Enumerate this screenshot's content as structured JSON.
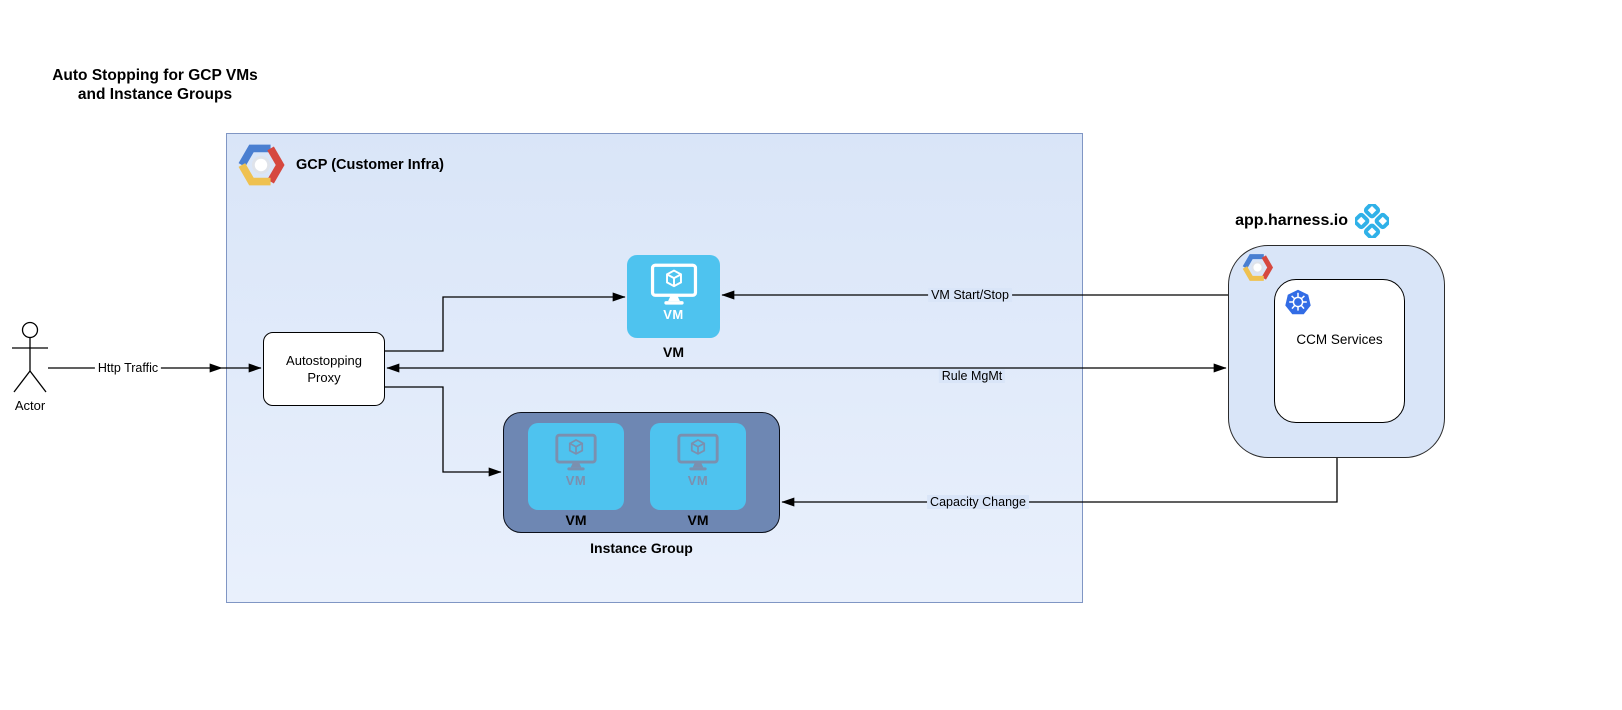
{
  "title": {
    "line1": "Auto Stopping for GCP VMs",
    "line2": "and Instance Groups"
  },
  "actor": {
    "label": "Actor"
  },
  "gcp_box": {
    "label": "GCP (Customer Infra)"
  },
  "proxy": {
    "line1": "Autostopping",
    "line2": "Proxy"
  },
  "vm": {
    "tile_text": "VM",
    "label": "VM"
  },
  "instance_group": {
    "label": "Instance Group",
    "vm1": {
      "tile_text": "VM",
      "label": "VM"
    },
    "vm2": {
      "tile_text": "VM",
      "label": "VM"
    }
  },
  "harness": {
    "domain": "app.harness.io",
    "ccm_label": "CCM Services"
  },
  "edges": {
    "http_traffic": "Http Traffic",
    "vm_start_stop": "VM Start/Stop",
    "rule_mgmt": "Rule MgMt",
    "capacity_change": "Capacity Change"
  },
  "icons": {
    "gcp_logo": "gcp-hexagon-logo",
    "harness_logo": "harness-logo",
    "kubernetes": "kubernetes-wheel",
    "vm_monitor": "monitor-with-cube",
    "actor": "stick-figure"
  },
  "colors": {
    "gcp_box_fill": "#d9e5f8",
    "gcp_box_border": "#8096c4",
    "vm_tile": "#4ec3ef",
    "instance_group_fill": "#6e87b3",
    "muted_icon": "#7b90af",
    "kubernetes_blue": "#326ce5",
    "harness_blue": "#2fb1e8",
    "gcp_logo_blue": "#4a7fd1",
    "gcp_logo_red": "#d6483f",
    "gcp_logo_yellow": "#efc150",
    "line": "#000000"
  }
}
